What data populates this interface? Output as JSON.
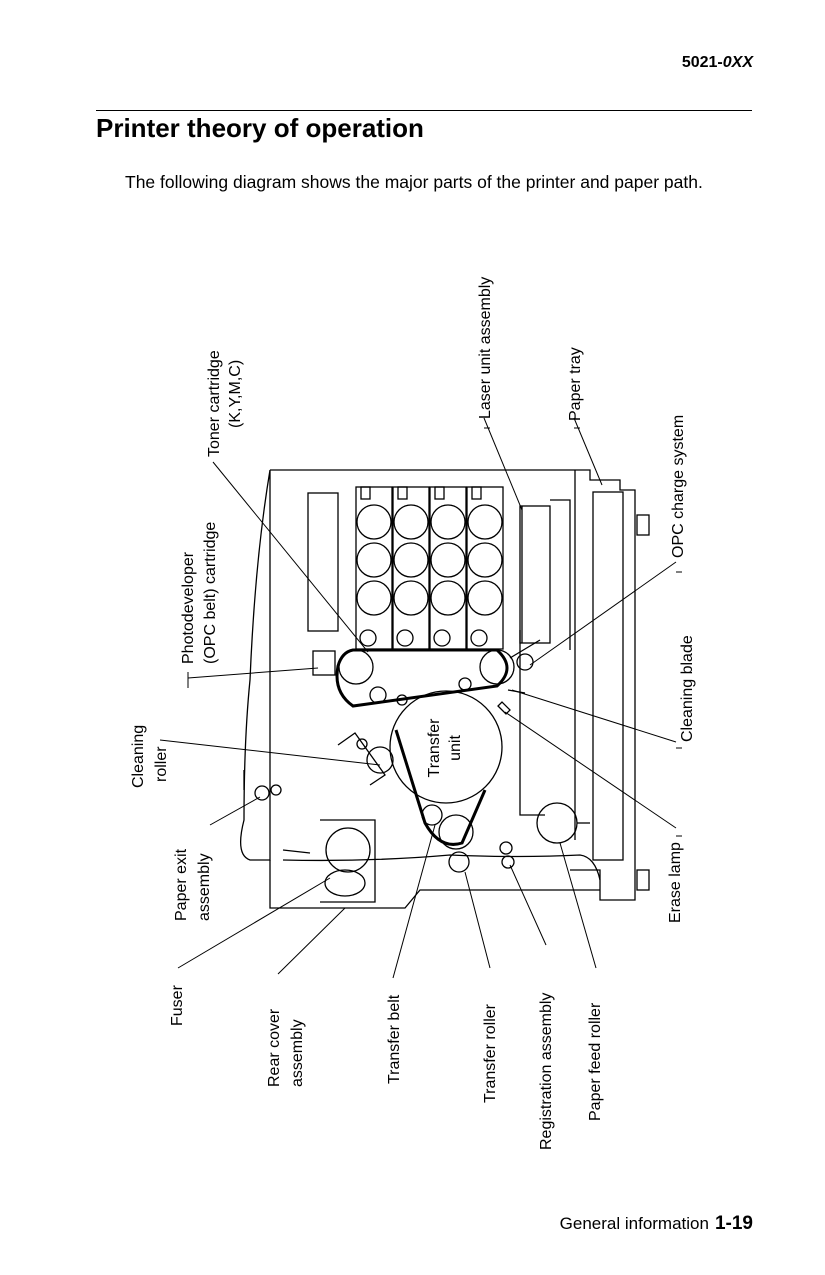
{
  "header": {
    "model_prefix": "5021-",
    "model_suffix": "0XX"
  },
  "page_title": "Printer theory of operation",
  "intro": "The following diagram shows the major parts of the printer and paper path.",
  "diagram": {
    "inner_labels": {
      "transfer_unit": [
        "Transfer",
        "unit"
      ]
    },
    "labels": {
      "toner_cartridge": [
        "Toner cartridge",
        "(K,Y,M,C)"
      ],
      "photodeveloper": [
        "Photodeveloper",
        "(OPC belt) cartridge"
      ],
      "cleaning_roller": [
        "Cleaning",
        "roller"
      ],
      "paper_exit": [
        "Paper exit",
        "assembly"
      ],
      "fuser": [
        "Fuser"
      ],
      "rear_cover": [
        "Rear cover",
        "assembly"
      ],
      "transfer_belt": [
        "Transfer belt"
      ],
      "transfer_roller": [
        "Transfer roller"
      ],
      "registration": [
        "Registration assembly"
      ],
      "paper_feed_roller": [
        "Paper feed roller"
      ],
      "laser_unit": [
        "Laser unit assembly"
      ],
      "paper_tray": [
        "Paper tray"
      ],
      "opc_charge": [
        "OPC charge system"
      ],
      "cleaning_blade": [
        "Cleaning blade"
      ],
      "erase_lamp": [
        "Erase lamp"
      ]
    }
  },
  "footer": {
    "section": "General information",
    "page": "1-19"
  }
}
